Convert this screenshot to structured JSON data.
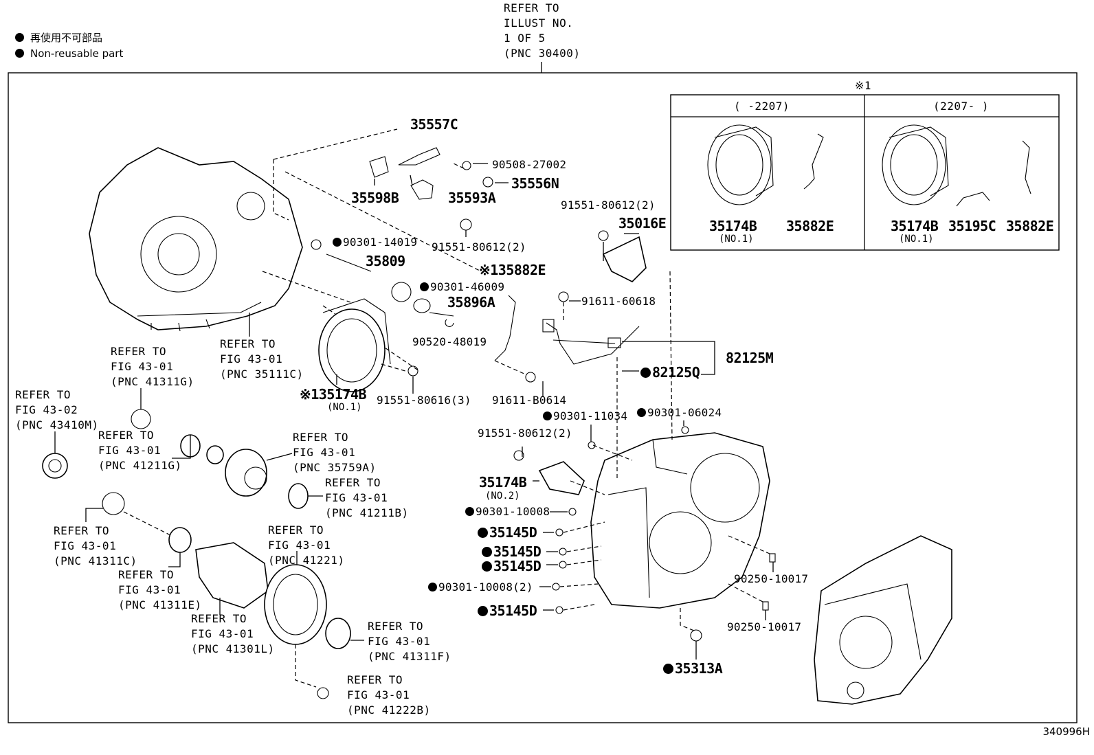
{
  "legend": {
    "jp": "再使用不可部品",
    "en": "Non-reusable part"
  },
  "top_ref": [
    "REFER TO",
    "ILLUST NO.",
    "1 OF 5",
    "(PNC 30400)"
  ],
  "inset": {
    "marker": "※1",
    "left_header": "(      -2207)",
    "right_header": "(2207-      )",
    "left_parts": [
      "35174B",
      "35882E"
    ],
    "left_sub": "(NO.1)",
    "right_parts": [
      "35174B",
      "35195C",
      "35882E"
    ],
    "right_sub": "(NO.1)"
  },
  "parts": {
    "p35557C": "35557C",
    "p90508": "90508-27002",
    "p35556N": "35556N",
    "p35598B": "35598B",
    "p35593A": "35593A",
    "p91551_a": "91551-80612(2)",
    "p90301_14019": "90301-14019",
    "p35809": "35809",
    "p35882E": "※135882E",
    "p90301_46009": "90301-46009",
    "p35896A": "35896A",
    "p90520": "90520-48019",
    "p91551_b": "91551-80612(2)",
    "p35016E": "35016E",
    "p91611_60618": "91611-60618",
    "p82125M": "82125M",
    "p82125Q": "82125Q",
    "p35174B": "※135174B",
    "p35174B_sub": "(NO.1)",
    "p91551_80616": "91551-80616(3)",
    "p91611_B0614": "91611-B0614",
    "p90301_11034": "90301-11034",
    "p90301_06024": "90301-06024",
    "p91551_c": "91551-80612(2)",
    "p35174B_2": "35174B",
    "p35174B_2_sub": "(NO.2)",
    "p90301_10008": "90301-10008",
    "p35145D_1": "35145D",
    "p35145D_2": "35145D",
    "p35145D_3": "35145D",
    "p90301_10008_2": "90301-10008(2)",
    "p35145D_4": "35145D",
    "p90250_a": "90250-10017",
    "p90250_b": "90250-10017",
    "p35313A": "35313A"
  },
  "refs": {
    "r35111C": [
      "REFER TO",
      "FIG 43-01",
      "(PNC 35111C)"
    ],
    "r41311G": [
      "REFER TO",
      "FIG 43-01",
      "(PNC 41311G)"
    ],
    "r43410M": [
      "REFER TO",
      "FIG 43-02",
      "(PNC 43410M)"
    ],
    "r41211G": [
      "REFER TO",
      "FIG 43-01",
      "(PNC 41211G)"
    ],
    "r35759A": [
      "REFER TO",
      "FIG 43-01",
      "(PNC 35759A)"
    ],
    "r41211B": [
      "REFER TO",
      "FIG 43-01",
      "(PNC 41211B)"
    ],
    "r41311C": [
      "REFER TO",
      "FIG 43-01",
      "(PNC 41311C)"
    ],
    "r41221": [
      "REFER TO",
      "FIG 43-01",
      "(PNC 41221)"
    ],
    "r41311E": [
      "REFER TO",
      "FIG 43-01",
      "(PNC 41311E)"
    ],
    "r41301L": [
      "REFER TO",
      "FIG 43-01",
      "(PNC 41301L)"
    ],
    "r41311F": [
      "REFER TO",
      "FIG 43-01",
      "(PNC 41311F)"
    ],
    "r41222B": [
      "REFER TO",
      "FIG 43-01",
      "(PNC 41222B)"
    ]
  },
  "illustration_id": "340996H"
}
